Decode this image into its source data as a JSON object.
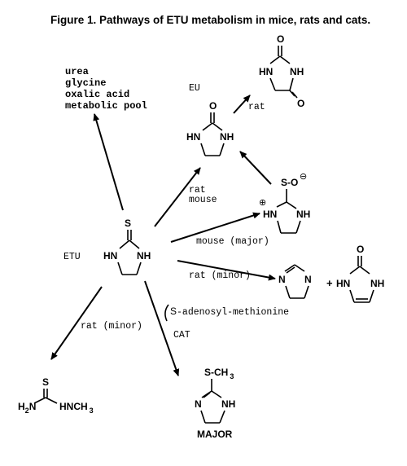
{
  "figure": {
    "title": "Figure 1.   Pathways of ETU metabolism in mice, rats and cats."
  },
  "products_list": [
    "urea",
    "glycine",
    "oxalic acid",
    "metabolic pool"
  ],
  "compounds": {
    "etu": {
      "label": "ETU",
      "top_atom": "S",
      "left_atom": "HN",
      "right_atom": "NH"
    },
    "eu": {
      "label": "EU",
      "top_atom": "O",
      "left_atom": "HN",
      "right_atom": "NH"
    },
    "hydantoin": {
      "top_atom": "O",
      "left_atom": "HN",
      "right_atom": "NH",
      "side_atom": "O"
    },
    "sulfinate": {
      "top_group": "S-O",
      "top_charge": "⊖",
      "left_atom": "HN",
      "left_charge": "⊕",
      "right_atom": "NH"
    },
    "imidazoline": {
      "left_atom": "N",
      "right_atom": "N"
    },
    "plus": "+",
    "imidazolone": {
      "top_atom": "O",
      "left_atom": "HN",
      "right_atom": "NH"
    },
    "thiourea": {
      "top_atom": "S",
      "left_group": "H",
      "left_sub": "2",
      "left_n": "N",
      "right_group": "HNCH",
      "right_sub": "3"
    },
    "smethyl": {
      "top_group": "S-CH",
      "top_sub": "3",
      "left_atom": "N",
      "right_atom": "NH",
      "caption": "MAJOR"
    }
  },
  "arrow_labels": {
    "eu_to_hydantoin": "rat",
    "etu_to_eu_line1": "rat",
    "etu_to_eu_line2": "mouse",
    "etu_to_sulfinate": "mouse (major)",
    "etu_to_imidazoline": "rat (minor)",
    "etu_to_thiourea": "rat (minor)",
    "sam_prefix": "S",
    "sam_rest": "-adenosyl-methionine",
    "cat": "CAT"
  }
}
